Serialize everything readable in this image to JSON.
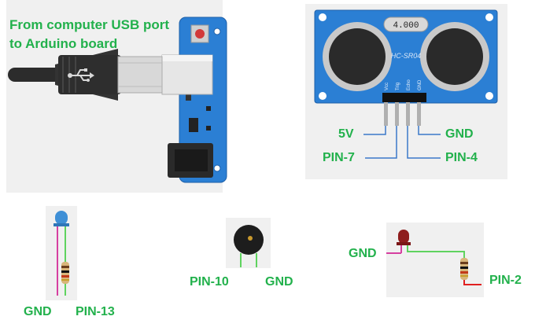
{
  "usb_panel": {
    "caption_line1": "From computer USB port",
    "caption_line2": "to Arduino board",
    "icon": "usb-icon"
  },
  "ultrasonic_sensor": {
    "model": "HC-SR04",
    "crystal": "4.000",
    "pins": [
      "Vcc",
      "Trig",
      "Echo",
      "GND"
    ],
    "labels": {
      "vcc": "5V",
      "trig": "PIN-7",
      "gnd": "GND",
      "echo": "PIN-4"
    }
  },
  "blue_led": {
    "labels": {
      "left": "GND",
      "right": "PIN-13"
    }
  },
  "buzzer": {
    "labels": {
      "left": "PIN-10",
      "right": "GND"
    }
  },
  "red_led": {
    "labels": {
      "left": "GND",
      "right": "PIN-2"
    }
  },
  "colors": {
    "label_green": "#22b14c",
    "board_blue": "#2b7fd4",
    "wire_green": "#5fd35f",
    "wire_magenta": "#d63fa0",
    "wire_red": "#e02020",
    "panel_gray": "#f0f0f0"
  }
}
